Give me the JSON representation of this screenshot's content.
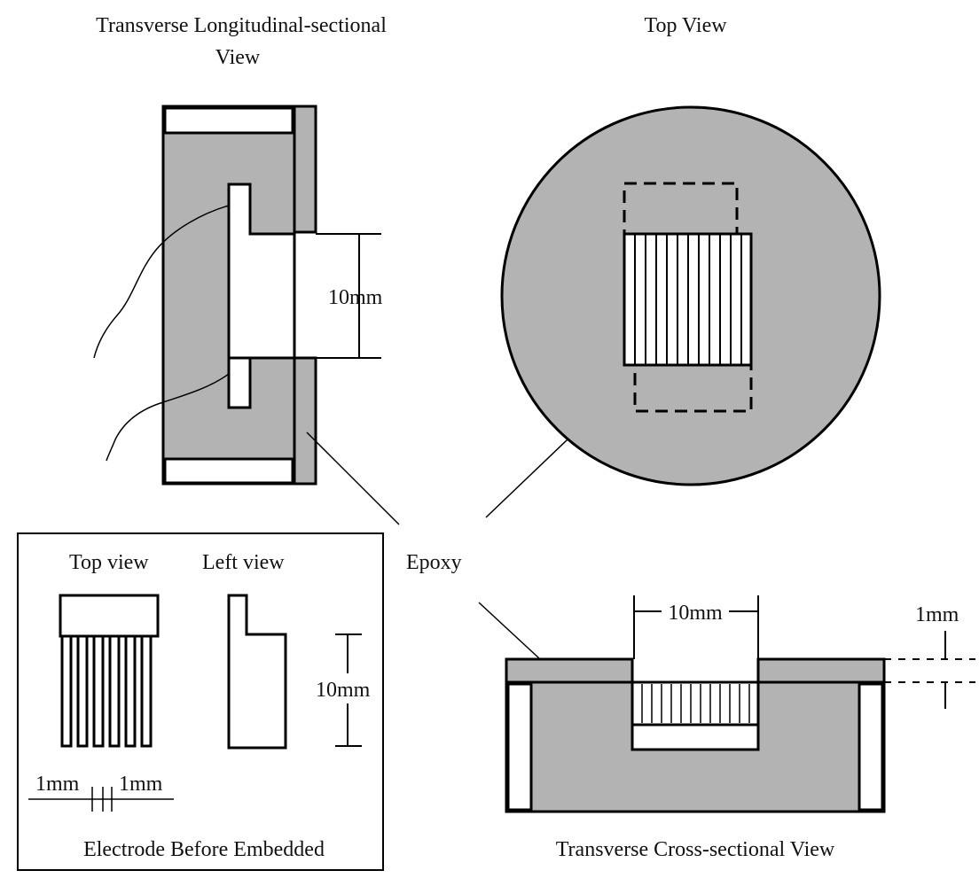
{
  "labels": {
    "long_view_line1": "Transverse Longitudinal-sectional",
    "long_view_line2": "View",
    "top_view": "Top View",
    "dim_10mm_long": "10mm",
    "epoxy": "Epoxy",
    "inset_top_view": "Top view",
    "inset_left_view": "Left view",
    "inset_dim_10mm": "10mm",
    "inset_dim_1mm_left": "1mm",
    "inset_dim_1mm_right": "1mm",
    "inset_caption": "Electrode Before Embedded",
    "cross_dim_10mm": "10mm",
    "cross_dim_1mm": "1mm",
    "cross_caption": "Transverse Cross-sectional View"
  },
  "colors": {
    "fill_gray": "#b3b3b3",
    "stroke": "#000000",
    "background": "#ffffff"
  }
}
